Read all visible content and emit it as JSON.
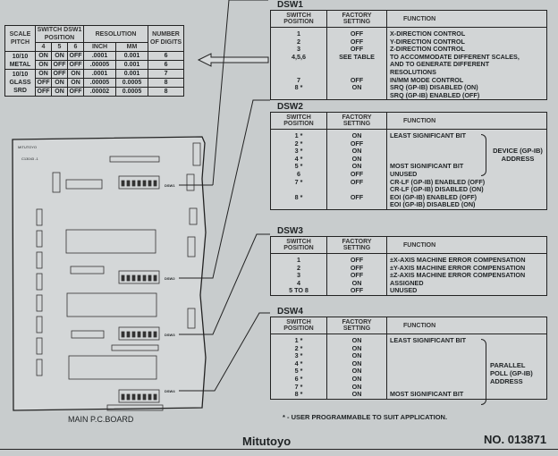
{
  "scale_table": {
    "headers": {
      "scale_pitch": "SCALE PITCH",
      "switch_pos": "SWITCH DSW1 POSITION",
      "sw": [
        "4",
        "5",
        "6"
      ],
      "resolution": "RESOLUTION",
      "inch": "INCH",
      "mm": "MM",
      "digits": "NUMBER OF DIGITS"
    },
    "groups": [
      {
        "label": "10/10 METAL",
        "rows": [
          [
            "ON",
            "ON",
            "OFF",
            ".0001",
            "0.001",
            "6"
          ],
          [
            "ON",
            "OFF",
            "OFF",
            ".00005",
            "0.001",
            "6"
          ]
        ]
      },
      {
        "label": "10/10 GLASS SRD",
        "rows": [
          [
            "ON",
            "OFF",
            "ON",
            ".0001",
            "0.001",
            "7"
          ],
          [
            "OFF",
            "ON",
            "ON",
            ".00005",
            "0.0005",
            "8"
          ],
          [
            "OFF",
            "ON",
            "OFF",
            ".00002",
            "0.0005",
            "8"
          ]
        ]
      }
    ]
  },
  "headers": {
    "pos": "SWITCH POSITION",
    "set": "FACTORY SETTING",
    "fn": "FUNCTION"
  },
  "dsw1": {
    "title": "DSW1",
    "rows": [
      [
        "1",
        "OFF",
        "X-DIRECTION CONTROL"
      ],
      [
        "2",
        "OFF",
        "Y-DIRECTION CONTROL"
      ],
      [
        "3",
        "OFF",
        "Z-DIRECTION CONTROL"
      ],
      [
        "4,5,6",
        "SEE TABLE",
        "TO ACCOMMODATE DIFFERENT SCALES,"
      ],
      [
        "",
        "",
        "AND TO GENERATE DIFFERENT"
      ],
      [
        "",
        "",
        "RESOLUTIONS"
      ],
      [
        "7",
        "OFF",
        "IN/MM MODE CONTROL"
      ],
      [
        "8 *",
        "ON",
        "SRQ (GP-IB) DISABLED (ON)"
      ],
      [
        "",
        "",
        "SRQ (GP-IB) ENABLED (OFF)"
      ]
    ]
  },
  "dsw2": {
    "title": "DSW2",
    "group": "DEVICE (GP-IB) ADDRESS",
    "rows": [
      [
        "1 *",
        "ON",
        "LEAST SIGNIFICANT BIT"
      ],
      [
        "2 *",
        "OFF",
        ""
      ],
      [
        "3 *",
        "ON",
        ""
      ],
      [
        "4 *",
        "ON",
        ""
      ],
      [
        "5 *",
        "ON",
        "MOST SIGNIFICANT BIT"
      ],
      [
        "6",
        "OFF",
        "UNUSED"
      ],
      [
        "7 *",
        "OFF",
        "CR-LF (GP-IB) ENABLED (OFF)"
      ],
      [
        "",
        "",
        "CR-LF (GP-IB) DISABLED (ON)"
      ],
      [
        "8 *",
        "OFF",
        "EOI (GP-IB) ENABLED (OFF)"
      ],
      [
        "",
        "",
        "EOI (GP-IB) DISABLED (ON)"
      ]
    ]
  },
  "dsw3": {
    "title": "DSW3",
    "rows": [
      [
        "1",
        "OFF",
        "±X-AXIS MACHINE ERROR COMPENSATION"
      ],
      [
        "2",
        "OFF",
        "±Y-AXIS MACHINE ERROR COMPENSATION"
      ],
      [
        "3",
        "OFF",
        "±Z-AXIS MACHINE ERROR COMPENSATION"
      ],
      [
        "4",
        "ON",
        "ASSIGNED"
      ],
      [
        "5 TO 8",
        "OFF",
        "UNUSED"
      ]
    ]
  },
  "dsw4": {
    "title": "DSW4",
    "group": "PARALLEL POLL (GP-IB) ADDRESS",
    "rows": [
      [
        "1 *",
        "ON",
        "LEAST SIGNIFICANT BIT"
      ],
      [
        "2 *",
        "ON",
        ""
      ],
      [
        "3 *",
        "ON",
        ""
      ],
      [
        "4 *",
        "ON",
        ""
      ],
      [
        "5 *",
        "ON",
        ""
      ],
      [
        "6 *",
        "ON",
        ""
      ],
      [
        "7 *",
        "ON",
        ""
      ],
      [
        "8 *",
        "ON",
        "MOST SIGNIFICANT BIT"
      ]
    ]
  },
  "footnote": "* - USER PROGRAMMABLE TO SUIT APPLICATION.",
  "board": {
    "title": "MAIN P.C.BOARD",
    "maker": "MITUTOYO",
    "part": "C13043 -1",
    "dsw_labels": [
      "DSW1",
      "DSW2",
      "DSW3",
      "DSW4"
    ]
  },
  "footer": {
    "logo": "Mitutoyo",
    "number": "NO. 013871"
  }
}
